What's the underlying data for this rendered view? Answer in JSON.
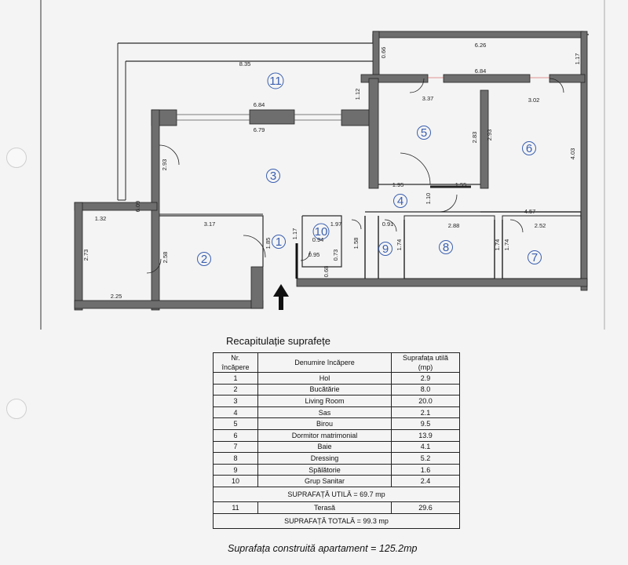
{
  "plan": {
    "room_numbers": [
      "1",
      "2",
      "3",
      "4",
      "5",
      "6",
      "7",
      "8",
      "9",
      "10",
      "11"
    ],
    "dimensions": [
      "8.35",
      "0.66",
      "6.26",
      "1.17",
      "6.84",
      "1.12",
      "3.37",
      "3.02",
      "6.84",
      "6.79",
      "2.93",
      "2.83",
      "2.93",
      "4.03",
      "1.95",
      "1.55",
      "1.10",
      "4.57",
      "6.09",
      "1.32",
      "3.17",
      "2.73",
      "2.58",
      "2.25",
      "1.85",
      "1.17",
      "0.94",
      "0.95",
      "0.68",
      "0.73",
      "1.97",
      "1.58",
      "0.91",
      "1.74",
      "2.88",
      "1.74",
      "2.52",
      "1.74"
    ]
  },
  "recap": {
    "title": "Recapitulație suprafețe",
    "headers": {
      "nr_line1": "Nr.",
      "nr_line2": "încăpere",
      "name": "Denumire încăpere",
      "area_line1": "Suprafața utilă",
      "area_line2": "(mp)"
    },
    "rows": [
      {
        "nr": "1",
        "name": "Hol",
        "area": "2.9"
      },
      {
        "nr": "2",
        "name": "Bucătărie",
        "area": "8.0"
      },
      {
        "nr": "3",
        "name": "Living Room",
        "area": "20.0"
      },
      {
        "nr": "4",
        "name": "Sas",
        "area": "2.1"
      },
      {
        "nr": "5",
        "name": "Birou",
        "area": "9.5"
      },
      {
        "nr": "6",
        "name": "Dormitor matrimonial",
        "area": "13.9"
      },
      {
        "nr": "7",
        "name": "Baie",
        "area": "4.1"
      },
      {
        "nr": "8",
        "name": "Dressing",
        "area": "5.2"
      },
      {
        "nr": "9",
        "name": "Spălătorie",
        "area": "1.6"
      },
      {
        "nr": "10",
        "name": "Grup Sanitar",
        "area": "2.4"
      }
    ],
    "usable_total": "SUPRAFAȚĂ UTILĂ = 69.7 mp",
    "terrace": {
      "nr": "11",
      "name": "Terasă",
      "area": "29.6"
    },
    "grand_total": "SUPRAFAȚĂ TOTALĂ = 99.3 mp"
  },
  "footer": "Suprafața construită apartament = 125.2mp"
}
